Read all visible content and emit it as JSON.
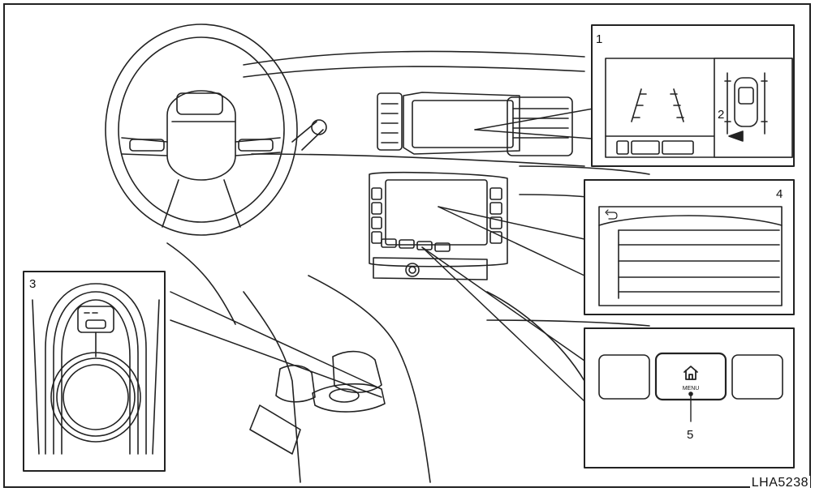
{
  "callouts": {
    "c1": "1",
    "c2": "2",
    "c3": "3",
    "c4": "4",
    "c5": "5"
  },
  "menu_button_label": "MENU",
  "figure_code": "LHA5238",
  "icons": [
    "home-icon",
    "back-arrow-icon",
    "steering-wheel-icon",
    "controller-dial-icon"
  ]
}
